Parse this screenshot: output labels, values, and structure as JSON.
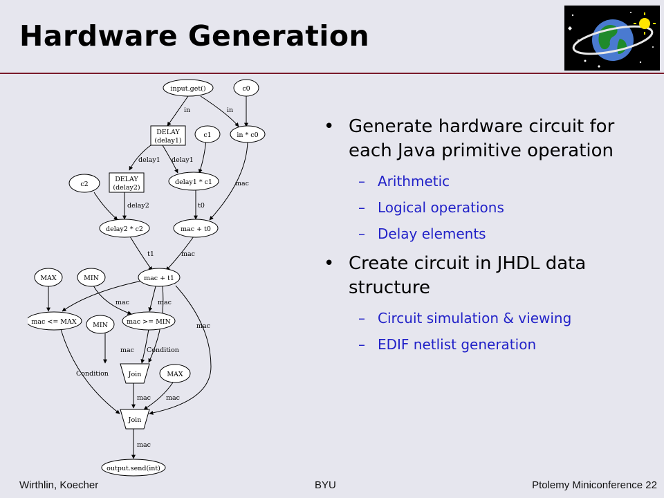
{
  "slide": {
    "title": "Hardware Generation",
    "bullets": [
      {
        "text": "Generate hardware circuit for each Java primitive operation",
        "subs": [
          "Arithmetic",
          "Logical operations",
          "Delay elements"
        ]
      },
      {
        "text": "Create circuit in JHDL data structure",
        "subs": [
          "Circuit simulation & viewing",
          "EDIF netlist generation"
        ]
      }
    ],
    "footer": {
      "left": "Wirthlin, Koecher",
      "center": "BYU",
      "right": "Ptolemy Miniconference  22"
    }
  },
  "diagram": {
    "nodes": [
      {
        "id": "input",
        "label": "input.get()",
        "shape": "ellipse"
      },
      {
        "id": "c0",
        "label": "c0",
        "shape": "ellipse"
      },
      {
        "id": "delay1",
        "label": "DELAY",
        "sub": "(delay1)",
        "shape": "box"
      },
      {
        "id": "c1",
        "label": "c1",
        "shape": "ellipse"
      },
      {
        "id": "inc0",
        "label": "in * c0",
        "shape": "ellipse"
      },
      {
        "id": "c2",
        "label": "c2",
        "shape": "ellipse"
      },
      {
        "id": "delay2",
        "label": "DELAY",
        "sub": "(delay2)",
        "shape": "box"
      },
      {
        "id": "d1c1",
        "label": "delay1 * c1",
        "shape": "ellipse"
      },
      {
        "id": "d2c2",
        "label": "delay2 * c2",
        "shape": "ellipse"
      },
      {
        "id": "mact0",
        "label": "mac + t0",
        "shape": "ellipse"
      },
      {
        "id": "mact1",
        "label": "mac + t1",
        "shape": "ellipse"
      },
      {
        "id": "max1",
        "label": "MAX",
        "shape": "ellipse"
      },
      {
        "id": "min1",
        "label": "MIN",
        "shape": "ellipse"
      },
      {
        "id": "macle",
        "label": "mac <= MAX",
        "shape": "ellipse"
      },
      {
        "id": "min2",
        "label": "MIN",
        "shape": "ellipse"
      },
      {
        "id": "macge",
        "label": "mac >= MIN",
        "shape": "ellipse"
      },
      {
        "id": "join1",
        "label": "Join",
        "shape": "trapezoid"
      },
      {
        "id": "max2",
        "label": "MAX",
        "shape": "ellipse"
      },
      {
        "id": "join2",
        "label": "Join",
        "shape": "trapezoid"
      },
      {
        "id": "output",
        "label": "output.send(int)",
        "shape": "ellipse"
      }
    ],
    "edges": [
      {
        "id": "e1",
        "label": "in"
      },
      {
        "id": "e2",
        "label": "in"
      },
      {
        "id": "e3",
        "label": "delay1"
      },
      {
        "id": "e4",
        "label": "delay1"
      },
      {
        "id": "e5",
        "label": ""
      },
      {
        "id": "e6",
        "label": ""
      },
      {
        "id": "e7",
        "label": "mac"
      },
      {
        "id": "e8",
        "label": ""
      },
      {
        "id": "e9",
        "label": "delay2"
      },
      {
        "id": "e10",
        "label": "t0"
      },
      {
        "id": "e11",
        "label": "t1"
      },
      {
        "id": "e12",
        "label": "mac"
      },
      {
        "id": "e13",
        "label": ""
      },
      {
        "id": "e14",
        "label": ""
      },
      {
        "id": "e15",
        "label": "mac"
      },
      {
        "id": "e16",
        "label": "mac"
      },
      {
        "id": "e17",
        "label": "mac"
      },
      {
        "id": "e18",
        "label": ""
      },
      {
        "id": "e19",
        "label": "Condition"
      },
      {
        "id": "e20",
        "label": "mac"
      },
      {
        "id": "e21",
        "label": "Condition"
      },
      {
        "id": "e22",
        "label": "mac"
      },
      {
        "id": "e23",
        "label": "mac"
      },
      {
        "id": "e24",
        "label": "mac"
      }
    ]
  }
}
